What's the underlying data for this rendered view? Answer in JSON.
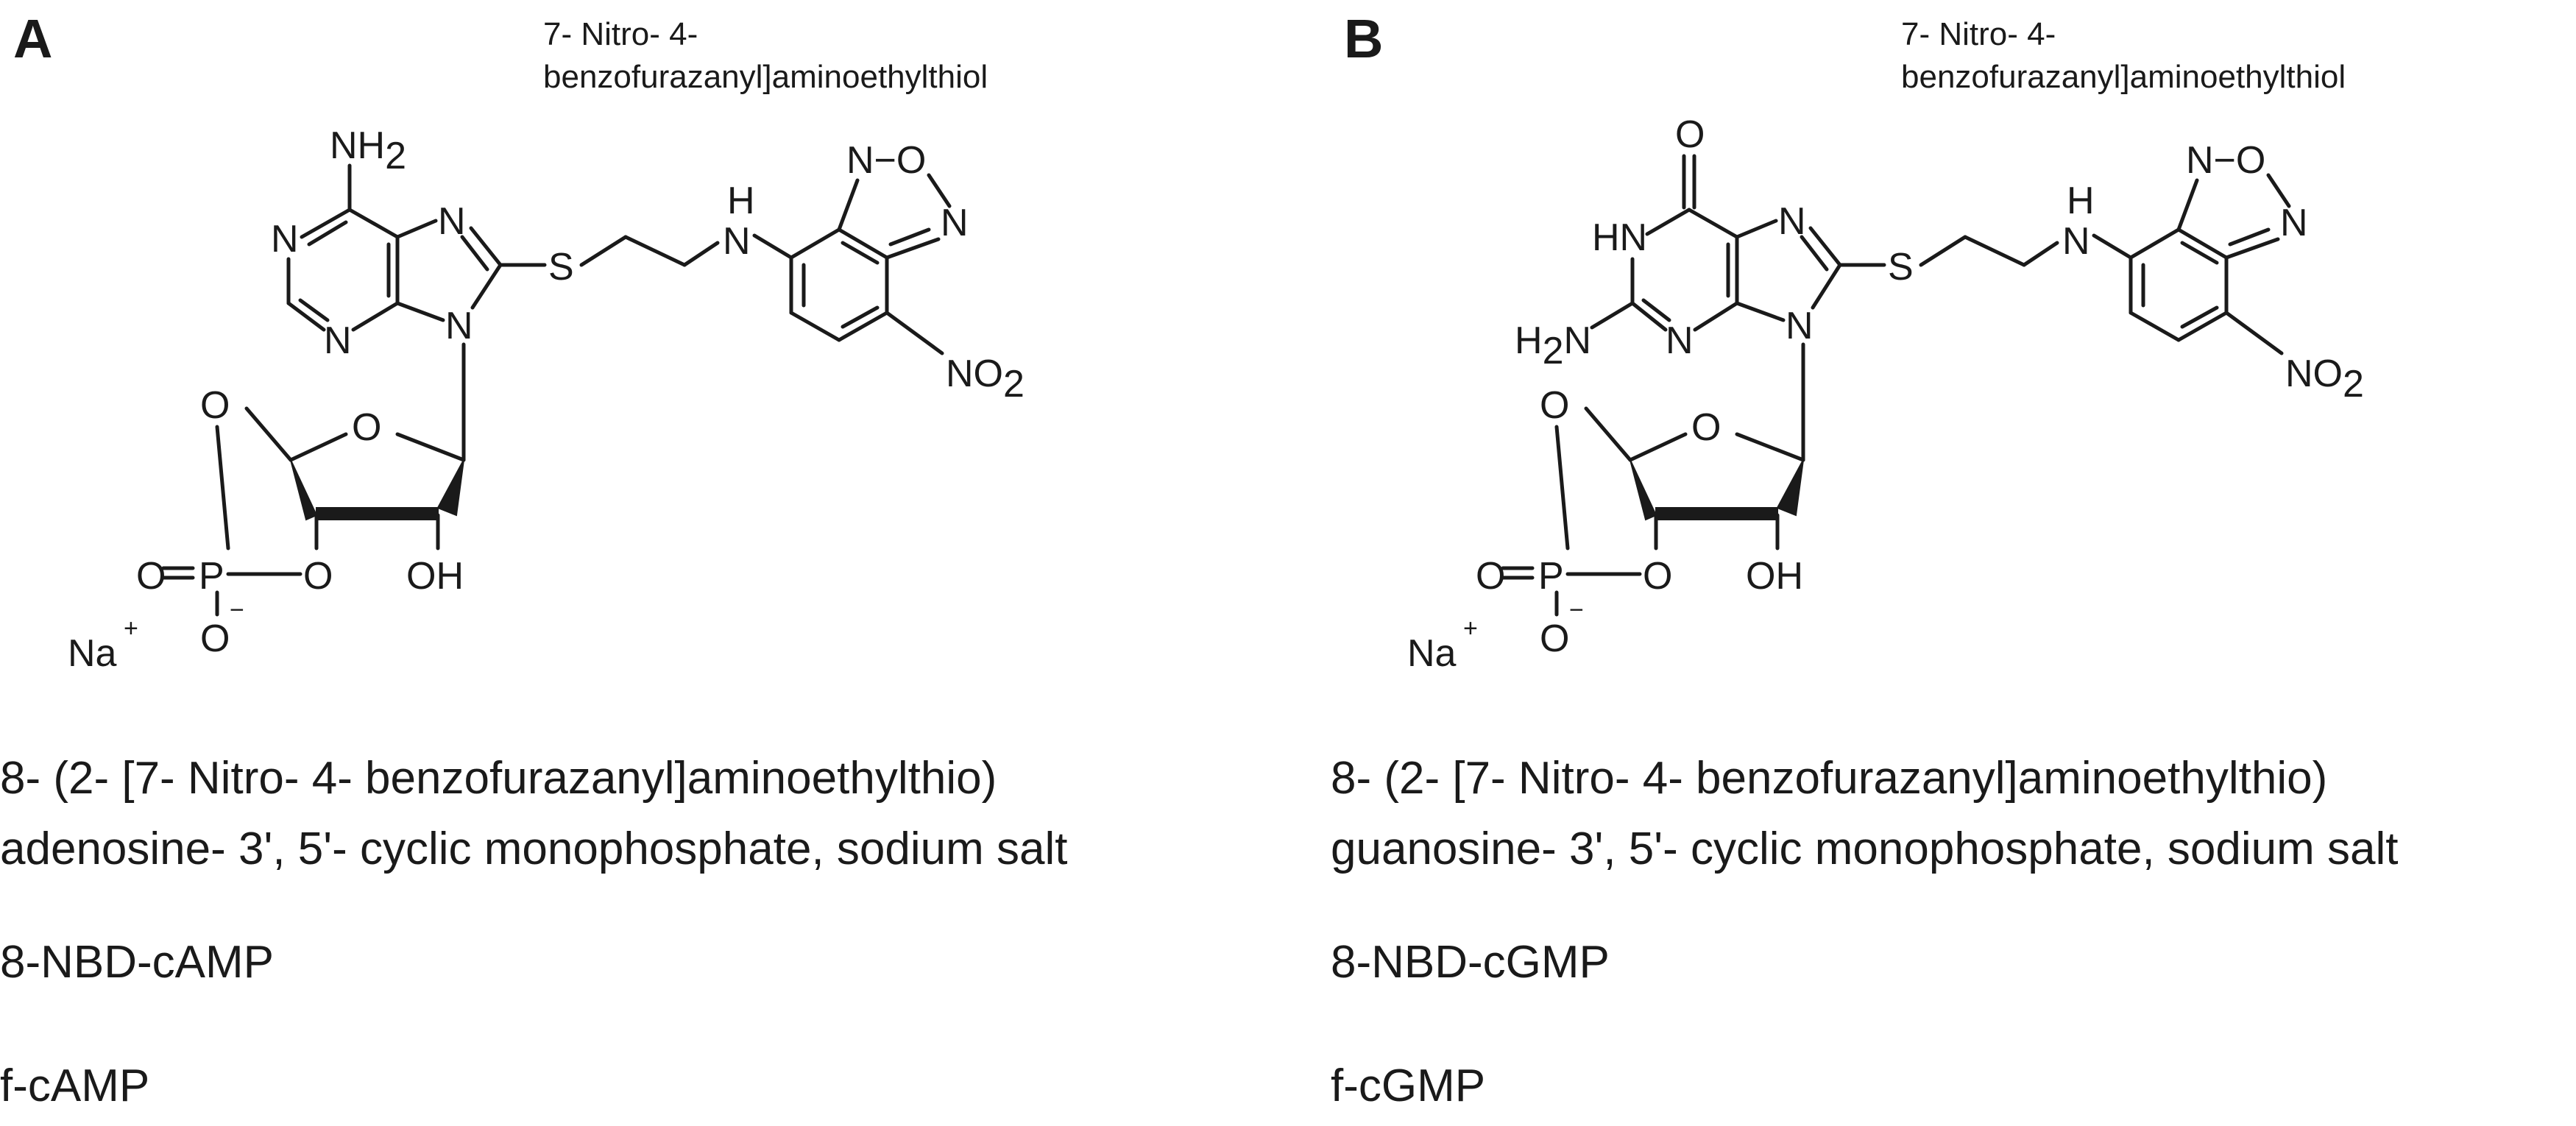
{
  "panels": [
    {
      "letter": "A",
      "top_label_line1": "7- Nitro- 4-",
      "top_label_line2": "benzofurazanyl]aminoethylthiol",
      "full_name_line1": "8- (2- [7- Nitro- 4- benzofurazanyl]aminoethylthio)",
      "full_name_line2": "adenosine- 3', 5'- cyclic monophosphate, sodium salt",
      "abbreviation_1": "8-NBD-cAMP",
      "abbreviation_2": "f-cAMP"
    },
    {
      "letter": "B",
      "top_label_line1": "7- Nitro- 4-",
      "top_label_line2": "benzofurazanyl]aminoethylthiol",
      "full_name_line1": "8- (2- [7- Nitro- 4- benzofurazanyl]aminoethylthio)",
      "full_name_line2": "guanosine- 3', 5'- cyclic monophosphate, sodium salt",
      "abbreviation_1": "8-NBD-cGMP",
      "abbreviation_2": "f-cGMP"
    }
  ],
  "atoms": {
    "nh2": "NH",
    "two": "2",
    "n": "N",
    "o": "O",
    "s": "S",
    "h": "H",
    "hn": "HN",
    "h2n": "H",
    "no2": "NO",
    "oh": "OH",
    "p": "P",
    "na": "Na",
    "plus": "+",
    "minus": "−",
    "eq_o": "O=",
    "n_o": "N−O"
  }
}
